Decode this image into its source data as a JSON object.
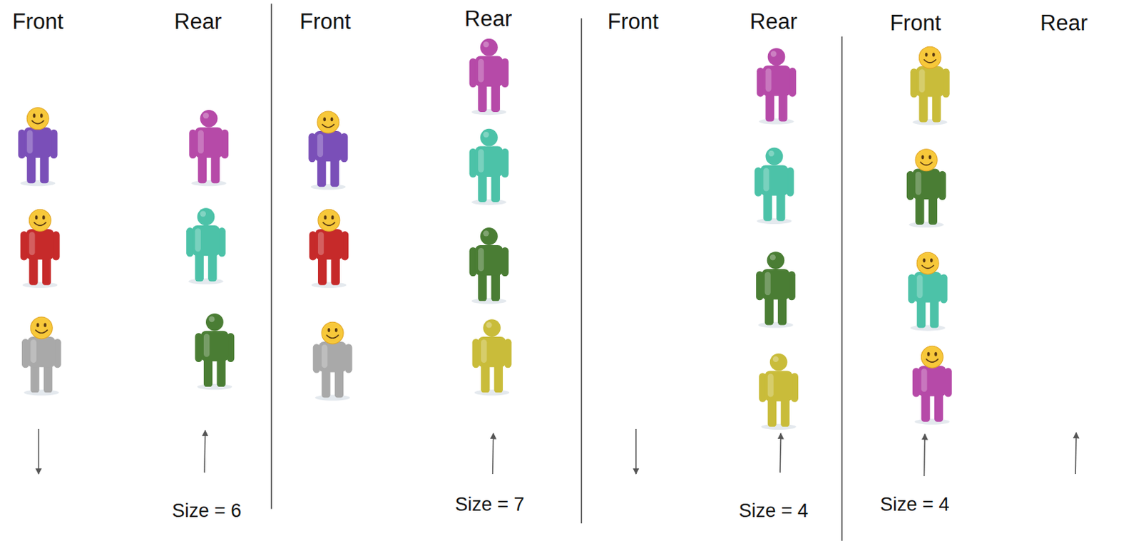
{
  "diagram": {
    "labels": [
      "Front",
      "Rear",
      "Front",
      "Rear",
      "Front",
      "Rear",
      "Front",
      "Rear",
      "Size = 6",
      "Size = 7",
      "Size = 4",
      "Size = 4"
    ]
  }
}
